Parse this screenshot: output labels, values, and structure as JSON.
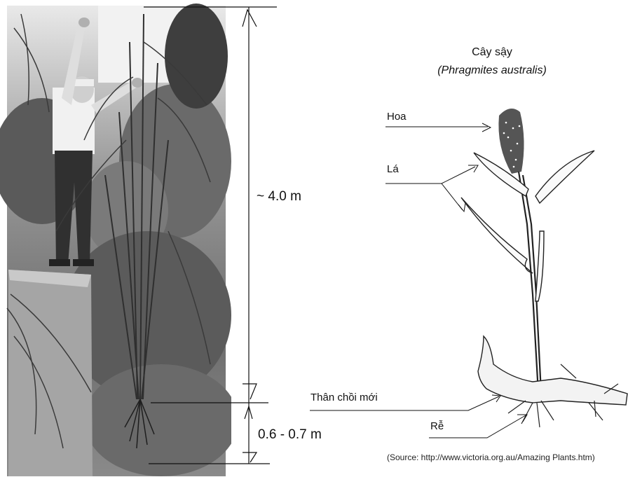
{
  "measurements": {
    "total_height": "~ 4.0 m",
    "shoot_depth": "0.6 - 0.7 m"
  },
  "plant": {
    "name": "Cây sậy",
    "scientific_name": "(Phragmites australis)"
  },
  "labels": {
    "flower": "Hoa",
    "leaf": "Lá",
    "new_shoot": "Thân chồi mới",
    "root": "Rễ"
  },
  "source": "(Source: http://www.victoria.org.au/Amazing Plants.htm)"
}
